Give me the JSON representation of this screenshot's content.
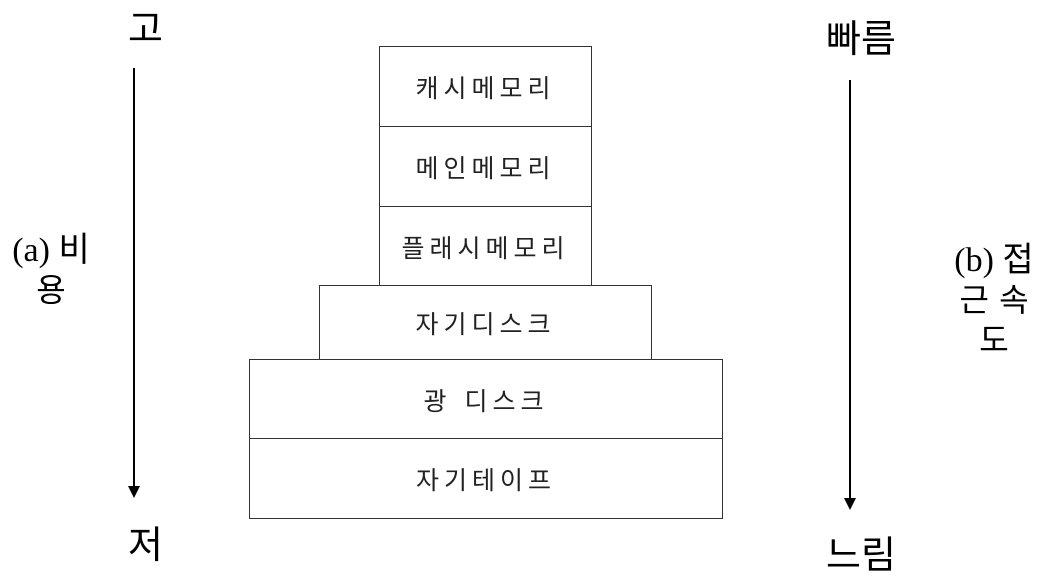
{
  "left_axis": {
    "top_label": "고",
    "bottom_label": "저",
    "title_line1": "(a) 비",
    "title_line2": "용"
  },
  "right_axis": {
    "top_label": "빠름",
    "bottom_label": "느림",
    "title_line1": "(b) 접",
    "title_line2": "근 속",
    "title_line3": "도"
  },
  "hierarchy": {
    "levels": [
      "캐시메모리",
      "메인메모리",
      "플래시메모리",
      "자기디스크",
      "광 디스크",
      "자기테이프"
    ]
  }
}
